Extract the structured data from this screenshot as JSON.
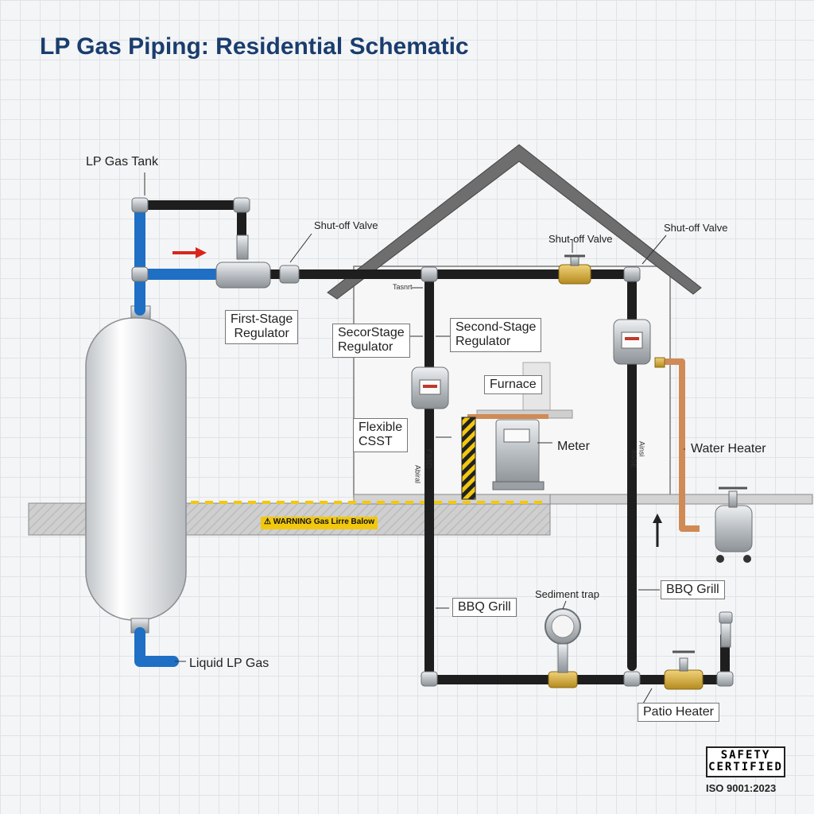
{
  "title": "LP Gas Piping: Residential Schematic",
  "labels": {
    "lp_gas_tank": "LP Gas Tank",
    "shutoff_valve_1": "Shut-off Valve",
    "shutoff_valve_2": "Shut-off Valve",
    "shutoff_valve_3": "Shut-off Valve",
    "first_stage_regulator": "First-Stage\nRegulator",
    "second_stage_left": "SecorStage\nRegulator",
    "second_stage_right": "Second-Stage\nRegulator",
    "tee": "Tasnrt",
    "furnace": "Furnace",
    "flexible_csst": "Flexible\nCSST",
    "meter": "Meter",
    "water_heater": "Water Heater",
    "warning": "WARNING Gas Lirre Balow",
    "bbq_grill_left": "BBQ Grill",
    "bbq_grill_right": "BBQ Grill",
    "sediment_trap": "Sediment trap",
    "liquid_lp_gas": "Liquid LP Gas",
    "patio_heater": "Patio Heater",
    "pipe_text_a": "FSSD",
    "pipe_text_b": "Abiral",
    "pipe_text_c": "Ainsi",
    "pipe_text_d": "8SSE"
  },
  "badge": {
    "line1": "SAFETY",
    "line2": "CERTIFIED",
    "iso": "ISO 9001:2023"
  },
  "colors": {
    "title": "#1a3d6e",
    "pipe_gas": "#1e1e1e",
    "pipe_liquid": "#1f6fc4",
    "pipe_copper": "#d08a55",
    "brass": "#c9a227",
    "warning": "#f2c80f",
    "flow_arrow": "#d9261c"
  },
  "icons": [
    "tank-icon",
    "regulator-icon",
    "valve-icon",
    "meter-icon",
    "furnace-icon",
    "water-heater-icon",
    "bbq-grill-icon",
    "sediment-trap-icon",
    "flow-arrow-icon",
    "house-icon"
  ]
}
